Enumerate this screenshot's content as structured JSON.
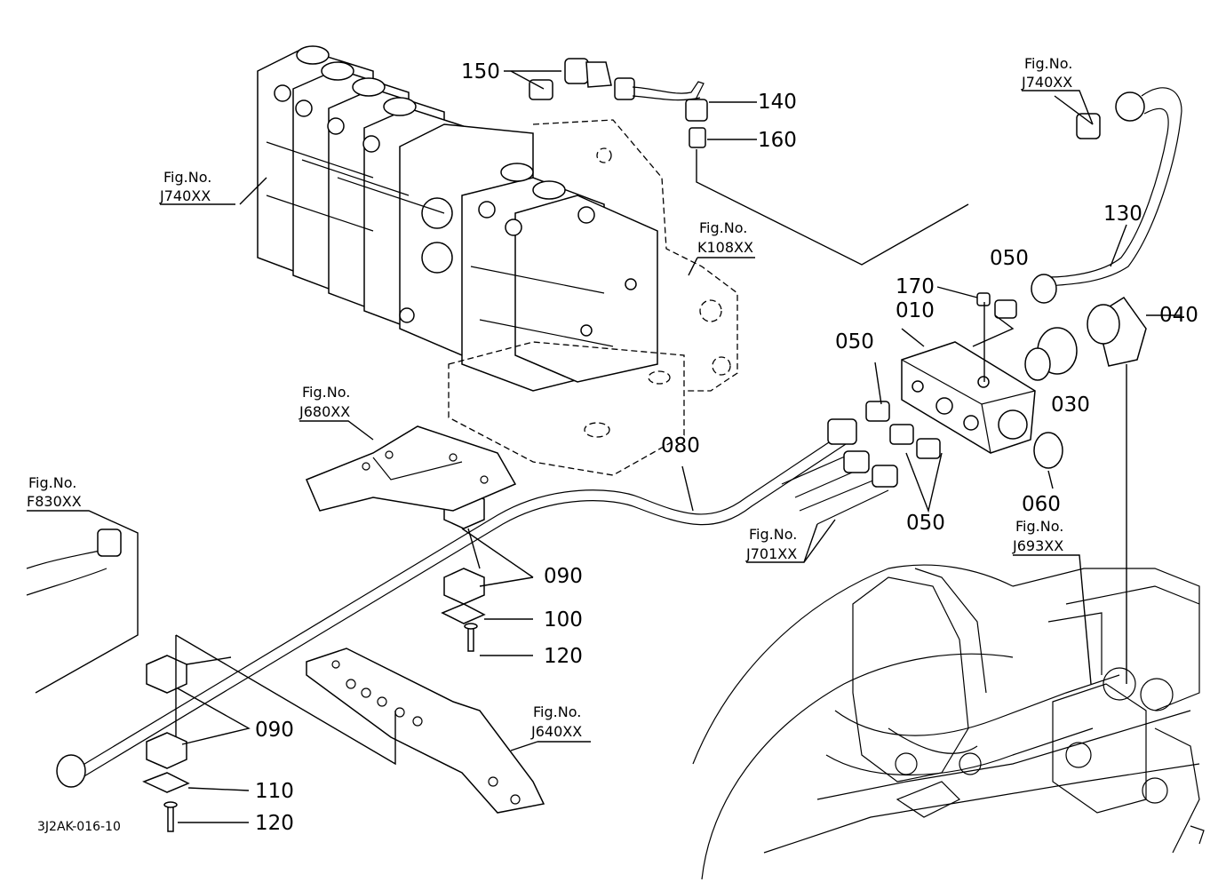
{
  "diagram_code": "3J2AK-016-10",
  "callouts": [
    {
      "id": "150",
      "text": "150"
    },
    {
      "id": "140",
      "text": "140"
    },
    {
      "id": "160",
      "text": "160"
    },
    {
      "id": "130",
      "text": "130"
    },
    {
      "id": "170",
      "text": "170"
    },
    {
      "id": "050a",
      "text": "050"
    },
    {
      "id": "010",
      "text": "010"
    },
    {
      "id": "040",
      "text": "040"
    },
    {
      "id": "050b",
      "text": "050"
    },
    {
      "id": "030",
      "text": "030"
    },
    {
      "id": "080",
      "text": "080"
    },
    {
      "id": "060",
      "text": "060"
    },
    {
      "id": "050c",
      "text": "050"
    },
    {
      "id": "090a",
      "text": "090"
    },
    {
      "id": "100",
      "text": "100"
    },
    {
      "id": "120a",
      "text": "120"
    },
    {
      "id": "090b",
      "text": "090"
    },
    {
      "id": "110",
      "text": "110"
    },
    {
      "id": "120b",
      "text": "120"
    }
  ],
  "figure_refs": [
    {
      "id": "j740-left",
      "label": "Fig.No.",
      "number": "J740XX"
    },
    {
      "id": "j740-right",
      "label": "Fig.No.",
      "number": "J740XX"
    },
    {
      "id": "k108",
      "label": "Fig.No.",
      "number": "K108XX"
    },
    {
      "id": "j680",
      "label": "Fig.No.",
      "number": "J680XX"
    },
    {
      "id": "f830",
      "label": "Fig.No.",
      "number": "F830XX"
    },
    {
      "id": "j701",
      "label": "Fig.No.",
      "number": "J701XX"
    },
    {
      "id": "j693",
      "label": "Fig.No.",
      "number": "J693XX"
    },
    {
      "id": "j640",
      "label": "Fig.No.",
      "number": "J640XX"
    }
  ]
}
